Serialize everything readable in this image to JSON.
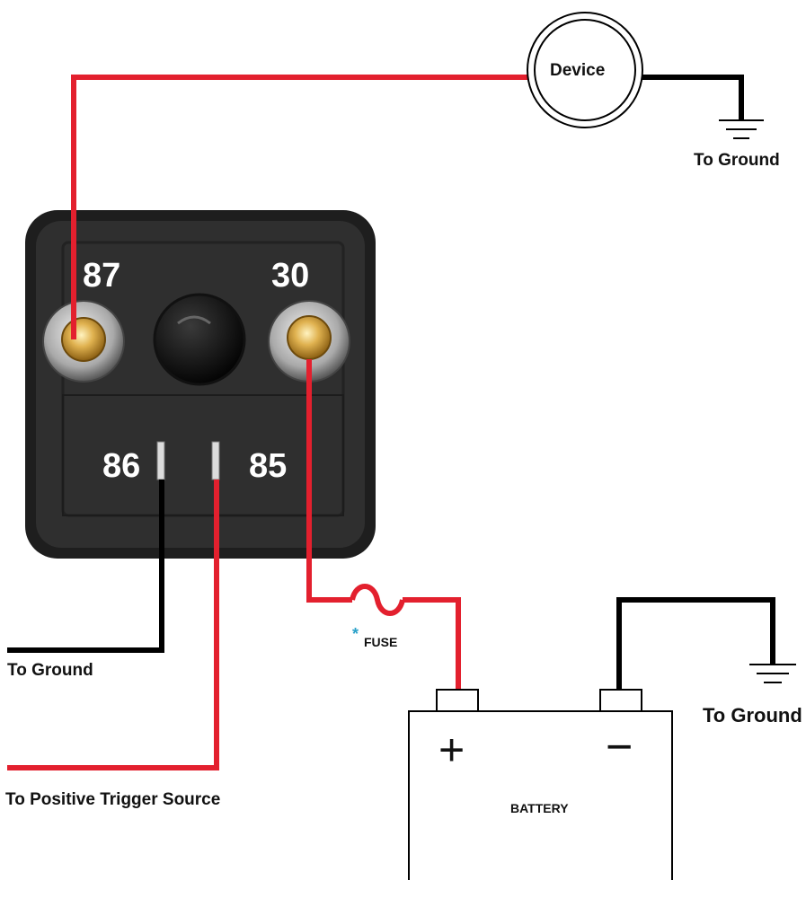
{
  "relay": {
    "terminals": {
      "t87": "87",
      "t30": "30",
      "t86": "86",
      "t85": "85"
    }
  },
  "device": {
    "label": "Device"
  },
  "labels": {
    "ground_top": "To Ground",
    "ground_left": "To Ground",
    "ground_right": "To Ground",
    "trigger": "To Positive Trigger Source",
    "fuse": "FUSE",
    "fuse_marker": "*"
  },
  "battery": {
    "label": "BATTERY",
    "plus_symbol": "+",
    "minus_symbol": "−"
  },
  "colors": {
    "positive_wire": "#e3202e",
    "ground_wire": "#000000",
    "relay_body": "#2b2b2b",
    "terminal_brass": "#d4a23a",
    "fuse_marker": "#2aa1c9"
  }
}
